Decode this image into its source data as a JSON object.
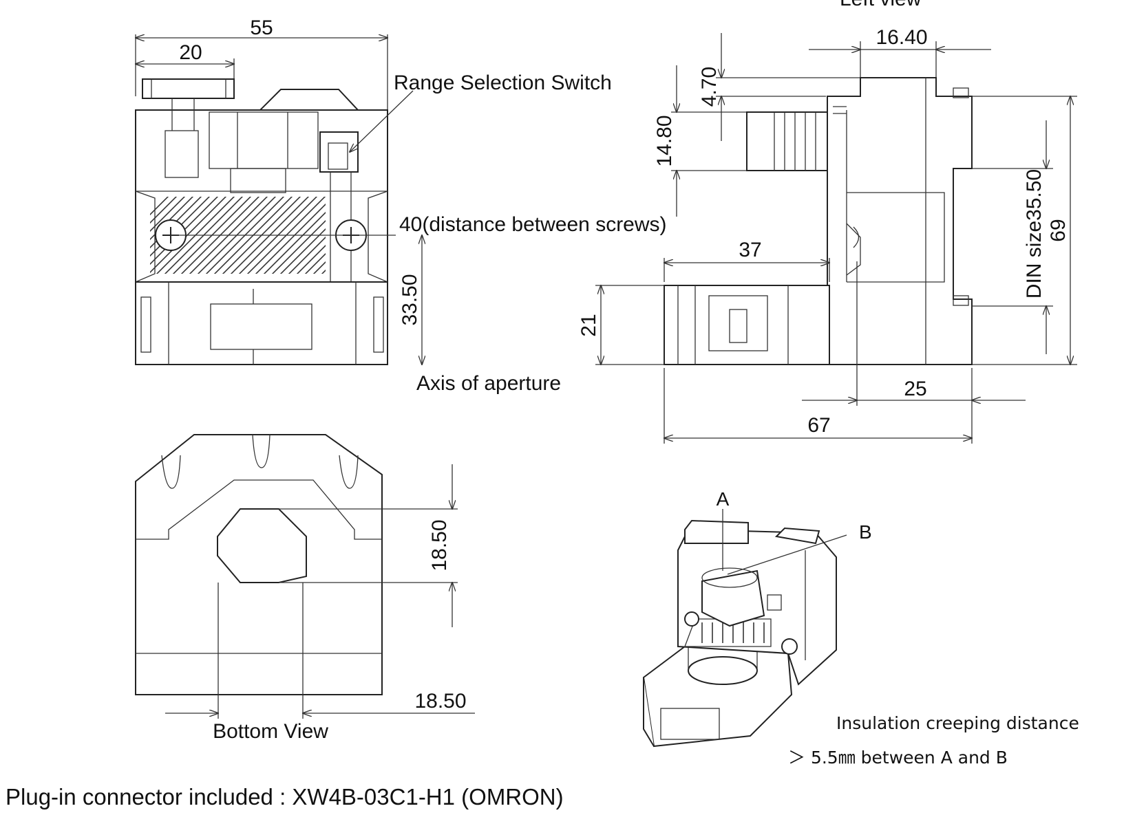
{
  "front_view": {
    "width_label": "55",
    "width_inner_label": "20",
    "switch_label": "Range Selection Switch",
    "screw_distance_label": "40(distance between screws)",
    "aperture_height_label": "33.50",
    "axis_label": "Axis of aperture"
  },
  "side_view": {
    "view_title": "Left view",
    "top_width_label": "16.40",
    "top_height_label": "4.70",
    "connector_height_label": "14.80",
    "depth_upper_label": "37",
    "lower_height_label": "21",
    "din_label": "DIN size35.50",
    "total_height_label": "69",
    "base_width_label": "25",
    "total_depth_label": "67"
  },
  "bottom_view": {
    "aperture_height_label": "18.50",
    "aperture_width_label": "18.50",
    "view_title": "Bottom View"
  },
  "iso_view": {
    "point_a": "A",
    "point_b": "B",
    "creepage_line1": "Insulation creeping distance",
    "creepage_line2": "＞ 5.5㎜ between A and B"
  },
  "footer": {
    "connector_note": "Plug-in connector included : XW4B-03C1-H1 (OMRON)"
  }
}
